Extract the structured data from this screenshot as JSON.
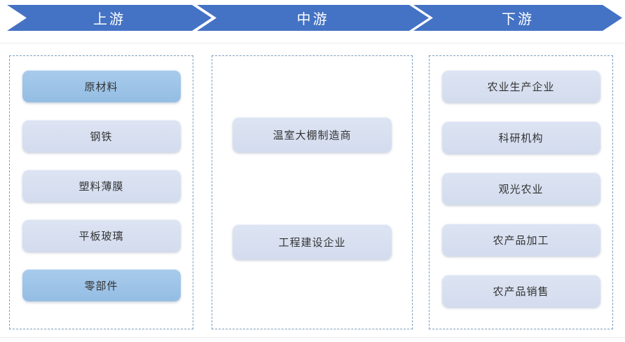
{
  "sections": [
    {
      "label": "上游"
    },
    {
      "label": "中游"
    },
    {
      "label": "下游"
    }
  ],
  "columns": [
    {
      "items": [
        {
          "label": "原材料",
          "variant": "dark"
        },
        {
          "label": "钢铁",
          "variant": "light"
        },
        {
          "label": "塑料薄膜",
          "variant": "light"
        },
        {
          "label": "平板玻璃",
          "variant": "light"
        },
        {
          "label": "零部件",
          "variant": "dark"
        }
      ]
    },
    {
      "items": [
        {
          "label": "温室大棚制造商",
          "variant": "light"
        },
        {
          "label": "工程建设企业",
          "variant": "light"
        }
      ]
    },
    {
      "items": [
        {
          "label": "农业生产企业",
          "variant": "light"
        },
        {
          "label": "科研机构",
          "variant": "light"
        },
        {
          "label": "观光农业",
          "variant": "light"
        },
        {
          "label": "农产品加工",
          "variant": "light"
        },
        {
          "label": "农产品销售",
          "variant": "light"
        }
      ]
    }
  ],
  "colors": {
    "chevron_blue": "#4472C4",
    "box_dark": "#9DC3E6",
    "box_light": "#D9E2F1",
    "dashed_border": "#7C9DBB",
    "box_text": "#333333",
    "header_text": "#FFFFFF"
  }
}
